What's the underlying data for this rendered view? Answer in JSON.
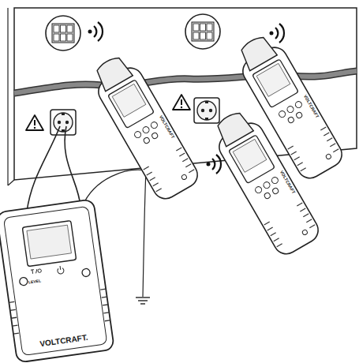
{
  "diagram": {
    "labels": [
      "VOLTCRAFT.",
      "LEVEL",
      "VOLTCRAFT",
      "VOLTCRAFT",
      "VOLTCRAFT"
    ]
  }
}
